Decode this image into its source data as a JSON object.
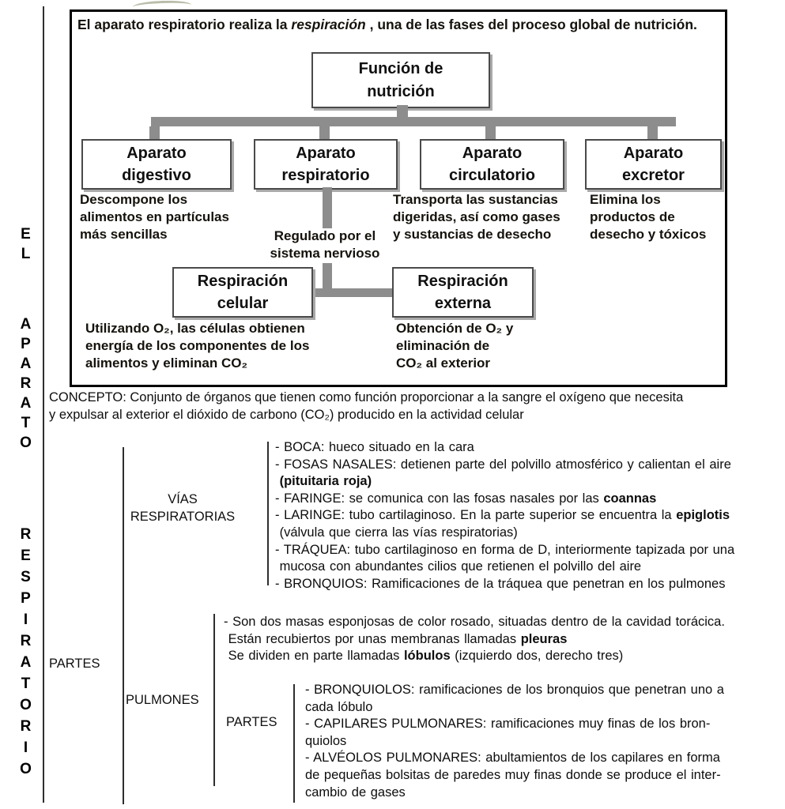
{
  "intro": {
    "segments": [
      {
        "t": "El aparato respiratorio realiza la "
      },
      {
        "t": "respiración",
        "i": true
      },
      {
        "t": " , una de las fases del proceso global de nutrición."
      }
    ]
  },
  "flowchart": {
    "root_label": "Función de\nnutrición",
    "branches": [
      {
        "label": "Aparato\ndigestivo",
        "note": "Descompone los\nalimentos en partículas\nmás sencillas"
      },
      {
        "label": "Aparato\nrespiratorio",
        "note": "Regulado por el\nsistema nervioso"
      },
      {
        "label": "Aparato\ncirculatorio",
        "note": "Transporta las sustancias\ndigeridas, así como gases\ny sustancias de desecho"
      },
      {
        "label": "Aparato\nexcretor",
        "note": "Elimina los\nproductos de\ndesecho y tóxicos"
      }
    ],
    "respiration": [
      {
        "label": "Respiración\ncelular",
        "note": "Utilizando O₂, las células obtienen\nenergía de los componentes de los\nalimentos y eliminan CO₂"
      },
      {
        "label": "Respiración\nexterna",
        "note": "Obtención de O₂ y\neliminación de\nCO₂ al exterior"
      }
    ]
  },
  "left_margin": {
    "vertical_title_words": [
      "EL",
      "APARATO",
      "RESPIRATORIO"
    ],
    "dash": "-"
  },
  "concepto": "CONCEPTO: Conjunto de órganos que tienen como función proporcionar a la sangre el oxígeno que necesita\ny expulsar al exterior el dióxido de carbono (CO₂) producido en la actividad celular",
  "outline": {
    "partes_label": "PARTES",
    "vias": {
      "label": "VÍAS\nRESPIRATORIAS",
      "items": [
        [
          {
            "t": "- BOCA: hueco situado en la cara"
          }
        ],
        [
          {
            "t": "- FOSAS NASALES: detienen parte del polvillo atmosférico y calientan el aire\n "
          },
          {
            "t": "(pituitaria roja)",
            "b": true
          }
        ],
        [
          {
            "t": "- FARINGE: se comunica con las fosas nasales por las "
          },
          {
            "t": "coannas",
            "b": true
          }
        ],
        [
          {
            "t": "- LARINGE: tubo cartilaginoso. En la parte superior se encuentra la "
          },
          {
            "t": "epiglotis",
            "b": true
          },
          {
            "t": "\n (válvula que cierra las vías respiratorias)"
          }
        ],
        [
          {
            "t": "- TRÁQUEA: tubo cartilaginoso en forma de D, interiormente tapizada por una\n mucosa con abundantes cilios que retienen el polvillo del aire"
          }
        ],
        [
          {
            "t": "- BRONQUIOS: Ramificaciones de la tráquea que penetran en los pulmones"
          }
        ]
      ]
    },
    "pulmones": {
      "label": "PULMONES",
      "description": [
        {
          "t": "- Son dos masas esponjosas de color rosado, situadas dentro de la cavidad torácica.\n Están recubiertos por unas membranas llamadas "
        },
        {
          "t": "pleuras",
          "b": true
        },
        {
          "t": "\n Se dividen en parte llamadas "
        },
        {
          "t": "lóbulos",
          "b": true
        },
        {
          "t": " (izquierdo dos, derecho tres)"
        }
      ],
      "partes_label": "PARTES",
      "items": [
        [
          {
            "t": "- BRONQUIOLOS: ramificaciones de los bronquios que penetran uno a\ncada lóbulo"
          }
        ],
        [
          {
            "t": "- CAPILARES PULMONARES: ramificaciones muy finas de los bron-\nquiolos"
          }
        ],
        [
          {
            "t": "- ALVÉOLOS PULMONARES: abultamientos de los capilares en forma\nde pequeñas bolsitas de paredes muy finas donde se produce el inter-\ncambio de gases"
          }
        ]
      ]
    }
  },
  "colors": {
    "connector": "#8d8d8d",
    "border_dark": "#4a4a4a",
    "line": "#2e2e2e"
  }
}
